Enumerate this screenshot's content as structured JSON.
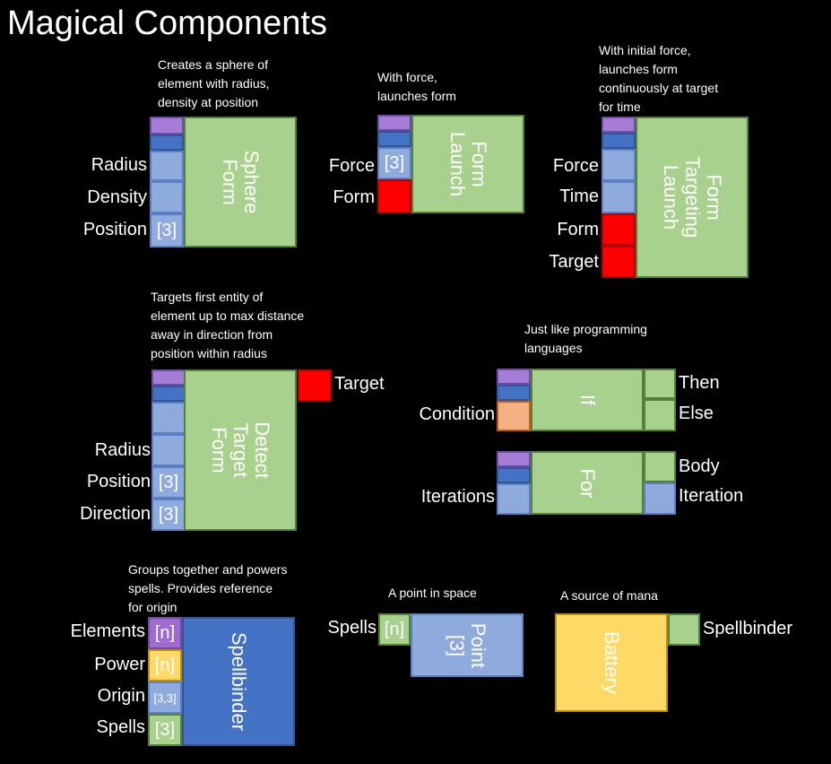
{
  "title": "Magical Components",
  "sphere": {
    "description": "Creates a sphere of\nelement with radius,\ndensity at position",
    "name": "Sphere\nForm",
    "inputs": [
      "Radius",
      "Density",
      "Position"
    ],
    "position_tag": "[3]"
  },
  "form_launch": {
    "description": "With force,\nlaunches form",
    "name": "Form\nLaunch",
    "inputs": [
      "Force",
      "Form"
    ],
    "force_tag": "[3]"
  },
  "targeting_launch": {
    "description": "With initial force,\nlaunches form\ncontinuously at target\nfor time",
    "name": "Form\nTargeting\nLaunch",
    "inputs": [
      "Force",
      "Time",
      "Form",
      "Target"
    ]
  },
  "detect": {
    "description": "Targets first entity of\nelement up to max distance\naway in direction from\nposition within radius",
    "name": "Detect\nTarget\nForm",
    "inputs": [
      "Radius",
      "Position",
      "Direction"
    ],
    "output": "Target",
    "position_tag": "[3]",
    "direction_tag": "[3]"
  },
  "if_block": {
    "description": "Just like programming\nlanguages",
    "name": "If",
    "input": "Condition",
    "outputs": [
      "Then",
      "Else"
    ]
  },
  "for_block": {
    "name": "For",
    "input": "Iterations",
    "outputs": [
      "Body",
      "Iteration"
    ]
  },
  "spellbinder": {
    "description": "Groups together and powers\nspells. Provides reference\nfor origin",
    "name": "Spellbinder",
    "inputs": [
      "Elements",
      "Power",
      "Origin",
      "Spells"
    ],
    "tags": [
      "[n]",
      "[n]",
      "[3,3]",
      "[3]"
    ]
  },
  "point": {
    "description": "A point in space",
    "name": "Point\n[3]",
    "input": "Spells",
    "tag": "[n]"
  },
  "battery": {
    "description": "A source of mana",
    "name": "Battery",
    "output": "Spellbinder"
  }
}
